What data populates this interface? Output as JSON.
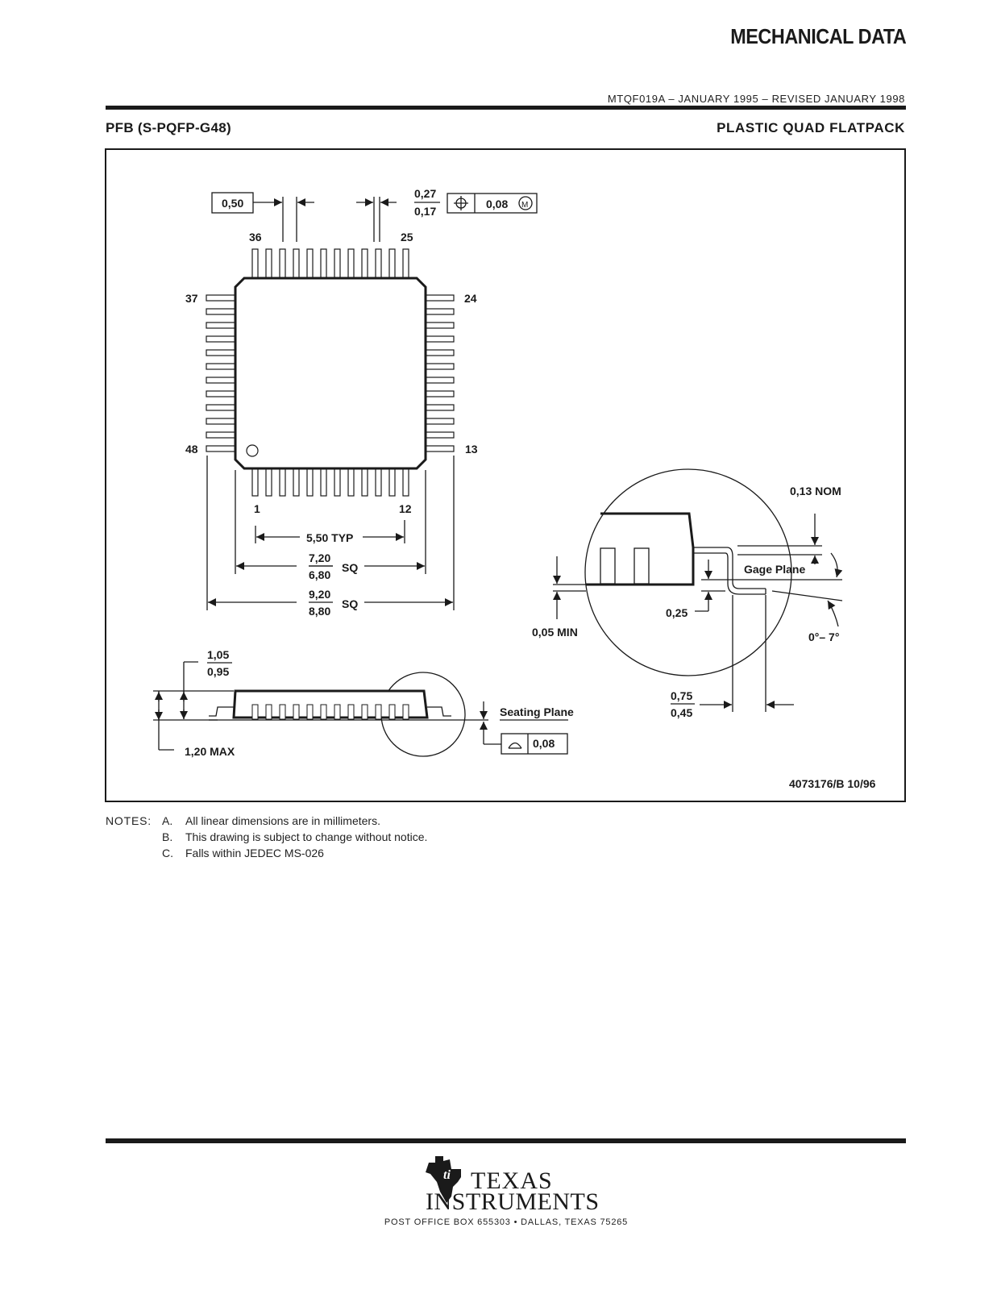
{
  "header": {
    "title": "MECHANICAL DATA",
    "doc_ref": "MTQF019A – JANUARY 1995 – REVISED JANUARY 1998"
  },
  "package": {
    "code": "PFB (S-PQFP-G48)",
    "type": "PLASTIC QUAD FLATPACK"
  },
  "drawing": {
    "pitch": "0,50",
    "lead_width_max": "0,27",
    "lead_width_min": "0,17",
    "position_tol": "0,08",
    "mmc_symbol": "M",
    "pins": {
      "p36": "36",
      "p25": "25",
      "p37": "37",
      "p24": "24",
      "p48": "48",
      "p13": "13",
      "p1": "1",
      "p12": "12"
    },
    "typ_span": "5,50 TYP",
    "body_max": "7,20",
    "body_min": "6,80",
    "overall_max": "9,20",
    "overall_min": "8,80",
    "sq": "SQ",
    "height_body_max": "1,05",
    "height_body_min": "0,95",
    "height_max": "1,20 MAX",
    "seating_plane": "Seating Plane",
    "coplanarity": "0,08",
    "nom_thickness": "0,13 NOM",
    "gage_plane": "Gage Plane",
    "standoff": "0,05 MIN",
    "gage_height": "0,25",
    "angle": "0°– 7°",
    "foot_max": "0,75",
    "foot_min": "0,45",
    "drawing_number": "4073176/B 10/96"
  },
  "notes": {
    "lead": "NOTES:",
    "items": [
      {
        "letter": "A.",
        "text": "All linear dimensions are in millimeters."
      },
      {
        "letter": "B.",
        "text": "This drawing is subject to change without notice."
      },
      {
        "letter": "C.",
        "text": "Falls within JEDEC MS-026"
      }
    ]
  },
  "footer": {
    "logo_line1": "TEXAS",
    "logo_line2": "INSTRUMENTS",
    "address_left": "POST OFFICE BOX 655303",
    "bullet": "•",
    "address_right": "DALLAS, TEXAS 75265"
  }
}
